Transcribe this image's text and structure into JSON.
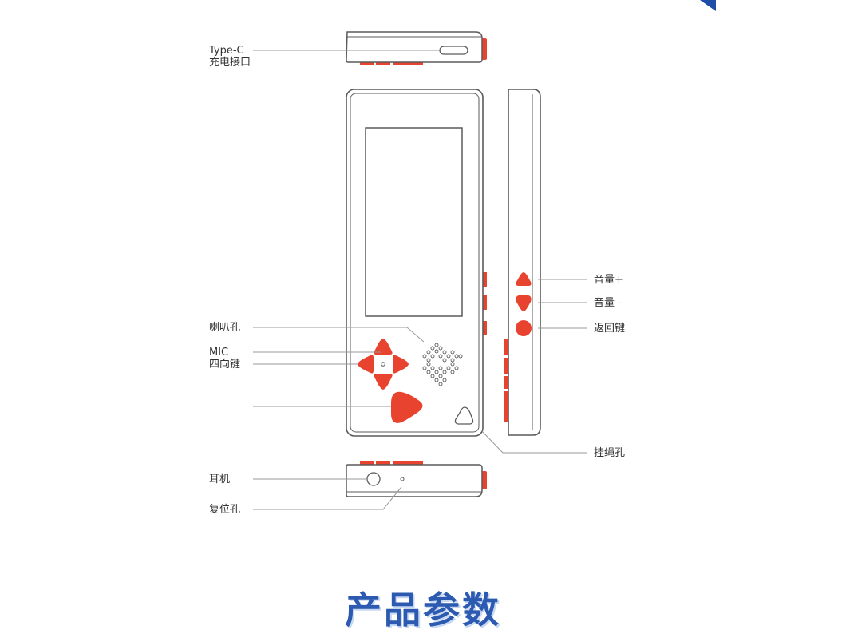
{
  "labels": {
    "typec": "Type-C",
    "typec_cn": "充电接口",
    "speaker": "喇叭孔",
    "mic": "MIC",
    "dpad": "四向键",
    "vol_up": "音量+",
    "vol_down": "音量 -",
    "back": "返回键",
    "lanyard": "挂绳孔",
    "earphone": "耳机",
    "reset": "复位孔"
  },
  "section_title": "产品参数",
  "colors": {
    "accent": "#e8432f",
    "outline": "#5a5a5a",
    "leader_line": "#999999",
    "title_blue": "#2b5ab0",
    "corner_blue": "#1f4ea8"
  }
}
